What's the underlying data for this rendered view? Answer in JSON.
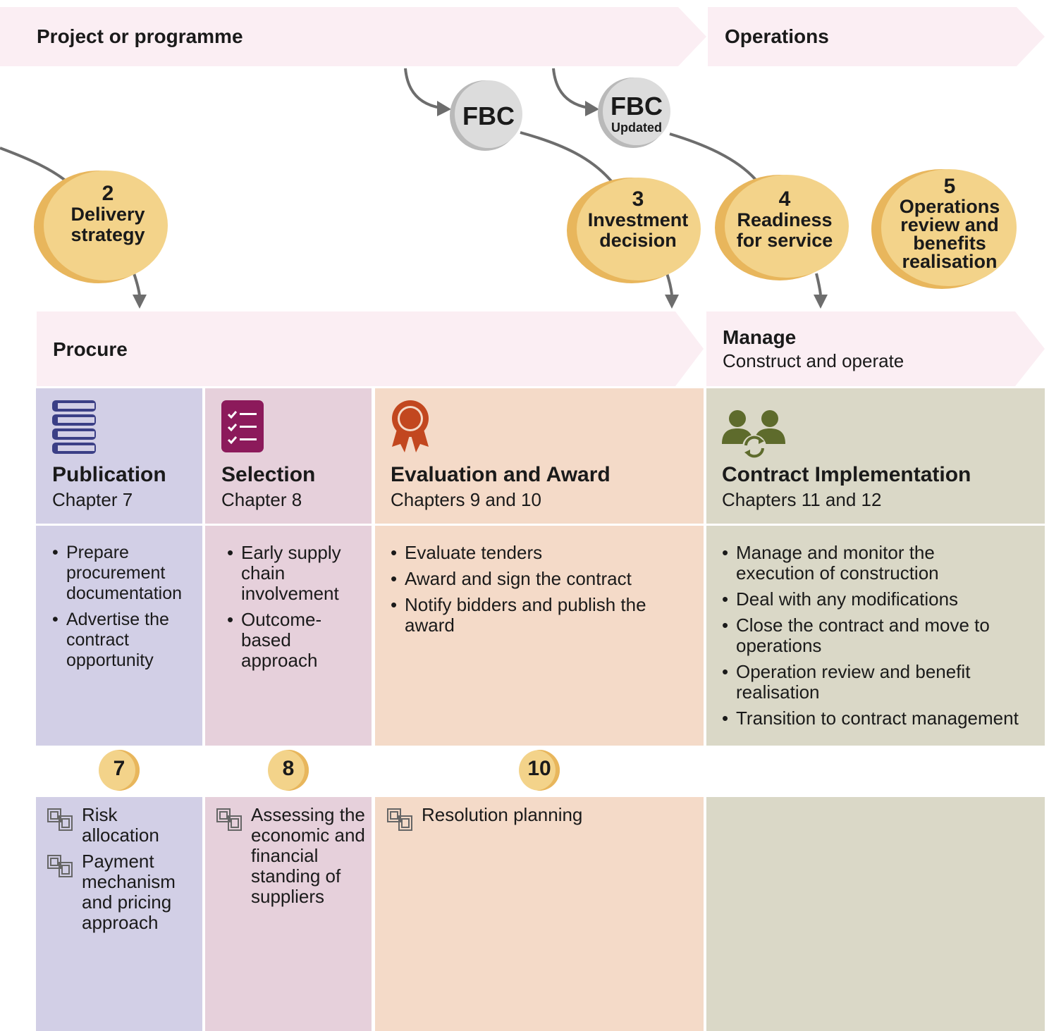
{
  "top_banners": {
    "project": "Project or programme",
    "operations": "Operations"
  },
  "fbc": {
    "first": "FBC",
    "second": "FBC",
    "second_sub": "Updated"
  },
  "stages": [
    {
      "number": "2",
      "name": "Delivery strategy"
    },
    {
      "number": "3",
      "name": "Investment decision"
    },
    {
      "number": "4",
      "name": "Readiness for service"
    },
    {
      "number": "5",
      "name": "Operations review and benefits realisation"
    }
  ],
  "phase_banners": {
    "procure": "Procure",
    "manage": "Manage",
    "manage_sub": "Construct and operate"
  },
  "columns": [
    {
      "title": "Publication",
      "chapter": "Chapter 7",
      "icon": "books-icon",
      "bullets": [
        "Prepare procurement documentation",
        "Advertise the contract opportunity"
      ],
      "chapter_badge": "7",
      "resources": [
        "Risk allocation",
        "Payment mechanism and pricing approach"
      ],
      "color": "#d2cfe6"
    },
    {
      "title": "Selection",
      "chapter": "Chapter 8",
      "icon": "checklist-icon",
      "bullets": [
        "Early supply chain involvement",
        "Outcome-based approach"
      ],
      "chapter_badge": "8",
      "resources": [
        "Assessing the economic and financial standing of suppliers"
      ],
      "color": "#e6d0db"
    },
    {
      "title": "Evaluation and Award",
      "chapter": "Chapters 9 and 10",
      "icon": "award-ribbon-icon",
      "bullets": [
        "Evaluate tenders",
        "Award and sign the contract",
        "Notify bidders and publish the award"
      ],
      "chapter_badge": "10",
      "resources": [
        "Resolution planning"
      ],
      "color": "#f4dac8"
    },
    {
      "title": "Contract Implementation",
      "chapter": "Chapters 11 and 12",
      "icon": "people-exchange-icon",
      "bullets": [
        "Manage and monitor the execution of construction",
        "Deal with any modifications",
        "Close the contract and move to operations",
        "Operation review and benefit realisation",
        "Transition to contract management"
      ],
      "chapter_badge": "",
      "resources": [],
      "color": "#dad8c7"
    }
  ],
  "colors": {
    "banner_pink": "#fbeef3",
    "stage_gold": "#f3d38a",
    "stage_gold_dark": "#e8b65c",
    "fbc_grey": "#d9d9d9",
    "arrow_grey": "#6d6d6d",
    "publication_icon": "#3b3f86",
    "selection_icon": "#8c1a5b",
    "award_icon": "#c2471f",
    "implementation_icon": "#5e6b2c"
  }
}
